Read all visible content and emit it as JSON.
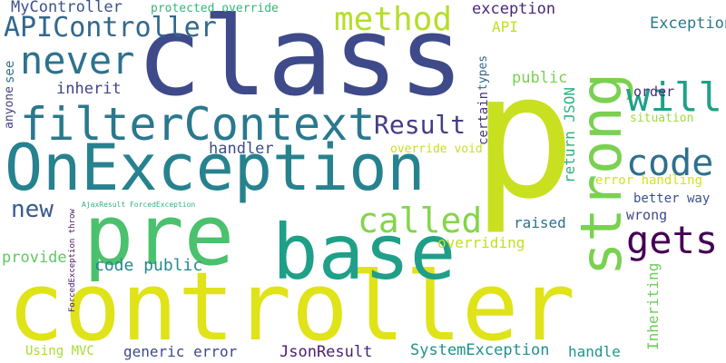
{
  "words": [
    {
      "text": "controller",
      "color": "#dfe318"
    },
    {
      "text": "p",
      "color": "#c8e020"
    },
    {
      "text": "class",
      "color": "#3e4a89"
    },
    {
      "text": "OnException",
      "color": "#26828e"
    },
    {
      "text": "pre",
      "color": "#4ac16d"
    },
    {
      "text": "base",
      "color": "#1f9f88"
    },
    {
      "text": "strong",
      "color": "#7ad151"
    },
    {
      "text": "filterContext",
      "color": "#2a788e"
    },
    {
      "text": "method",
      "color": "#b5de2b"
    },
    {
      "text": "APIController",
      "color": "#31688e"
    },
    {
      "text": "never",
      "color": "#2c728e"
    },
    {
      "text": "will",
      "color": "#1fa187"
    },
    {
      "text": "code",
      "color": "#2d708e"
    },
    {
      "text": "called",
      "color": "#84d44b"
    },
    {
      "text": "gets",
      "color": "#440154"
    },
    {
      "text": "Result",
      "color": "#433e85"
    },
    {
      "text": "new",
      "color": "#375b8d"
    },
    {
      "text": "MyController",
      "color": "#3b528b"
    },
    {
      "text": "protected override",
      "color": "#35b779"
    },
    {
      "text": "exception",
      "color": "#482878"
    },
    {
      "text": "API",
      "color": "#c2df23"
    },
    {
      "text": "ExceptionContext",
      "color": "#2a788e"
    },
    {
      "text": "public",
      "color": "#7ad151"
    },
    {
      "text": "order",
      "color": "#472d7b"
    },
    {
      "text": "situation",
      "color": "#a0da39"
    },
    {
      "text": "return JSON",
      "color": "#2db27d"
    },
    {
      "text": "anyone",
      "color": "#433e85"
    },
    {
      "text": "see",
      "color": "#2c728e"
    },
    {
      "text": "inherit",
      "color": "#414487"
    },
    {
      "text": "certain",
      "color": "#46337e"
    },
    {
      "text": "types",
      "color": "#31688e"
    },
    {
      "text": "handler",
      "color": "#3e4c8a"
    },
    {
      "text": "override void",
      "color": "#c8e020"
    },
    {
      "text": "error handling",
      "color": "#d2e21b"
    },
    {
      "text": "better way",
      "color": "#3b528b"
    },
    {
      "text": "wrong",
      "color": "#3f4788"
    },
    {
      "text": "raised",
      "color": "#2c728e"
    },
    {
      "text": "overriding",
      "color": "#c2df23"
    },
    {
      "text": "provide",
      "color": "#5ec962"
    },
    {
      "text": "code public",
      "color": "#23898e"
    },
    {
      "text": "AjaxResult ForcedException",
      "color": "#2fb47c"
    },
    {
      "text": "ForcedException throw",
      "color": "#48186a"
    },
    {
      "text": "Inheriting",
      "color": "#6ccd5a"
    },
    {
      "text": "Using MVC",
      "color": "#a8db34"
    },
    {
      "text": "generic error",
      "color": "#3e4989"
    },
    {
      "text": "JsonResult",
      "color": "#481f70"
    },
    {
      "text": "SystemException",
      "color": "#20928c"
    },
    {
      "text": "handle",
      "color": "#1f958b"
    }
  ]
}
